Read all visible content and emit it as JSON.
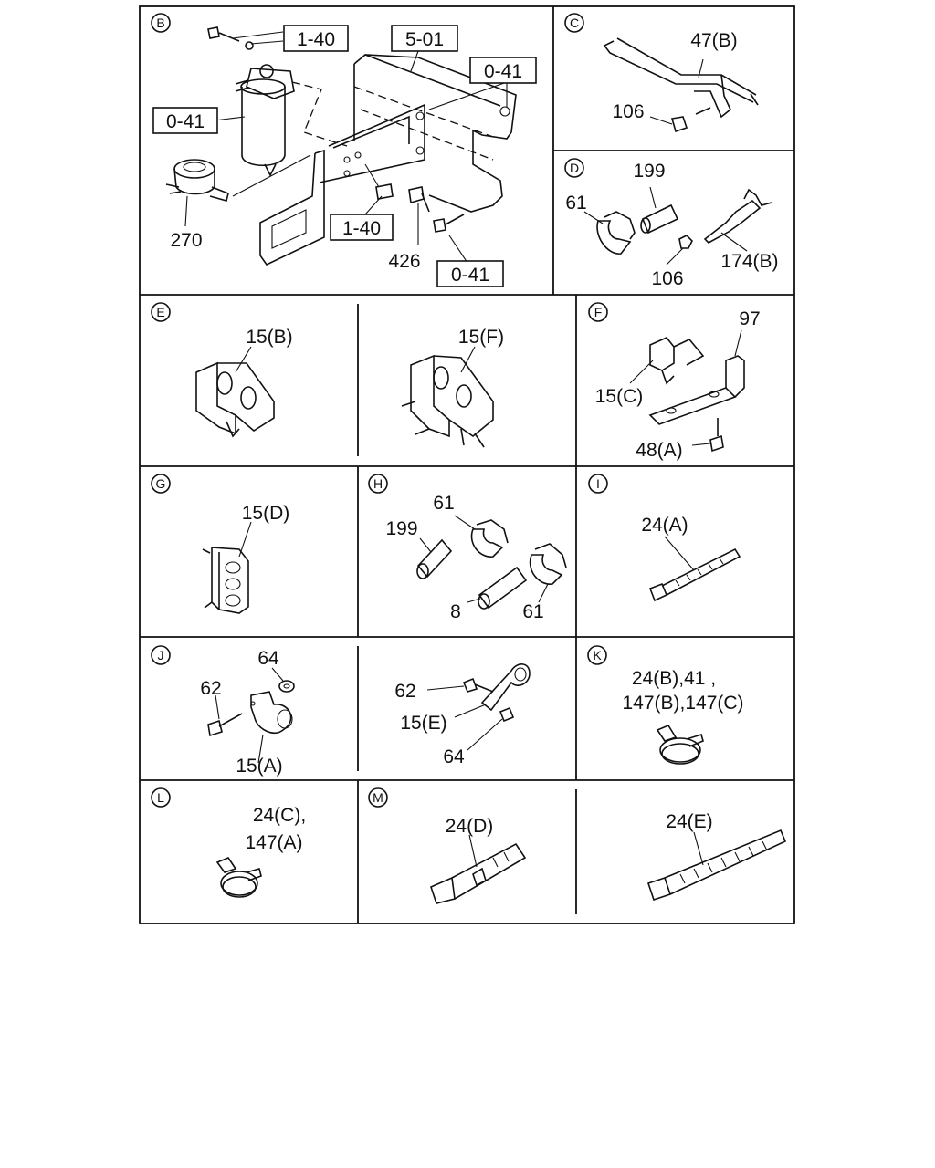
{
  "sections": {
    "B": {
      "letter": "B",
      "refs": {
        "r1": "1-40",
        "r2": "5-01",
        "r3": "0-41",
        "r4": "0-41",
        "r5": "1-40",
        "r6": "0-41"
      },
      "parts": {
        "p270": "270",
        "p426": "426"
      }
    },
    "C": {
      "letter": "C",
      "parts": {
        "p47b": "47(B)",
        "p106": "106"
      }
    },
    "D": {
      "letter": "D",
      "parts": {
        "p199": "199",
        "p61": "61",
        "p106": "106",
        "p174b": "174(B)"
      }
    },
    "E": {
      "letter": "E",
      "parts": {
        "p15b": "15(B)",
        "p15f": "15(F)"
      }
    },
    "F": {
      "letter": "F",
      "parts": {
        "p97": "97",
        "p15c": "15(C)",
        "p48a": "48(A)"
      }
    },
    "G": {
      "letter": "G",
      "parts": {
        "p15d": "15(D)"
      }
    },
    "H": {
      "letter": "H",
      "parts": {
        "p61a": "61",
        "p199": "199",
        "p8": "8",
        "p61b": "61"
      }
    },
    "I": {
      "letter": "I",
      "parts": {
        "p24a": "24(A)"
      }
    },
    "J": {
      "letter": "J",
      "parts": {
        "p64a": "64",
        "p62a": "62",
        "p15a": "15(A)",
        "p62b": "62",
        "p15e": "15(E)",
        "p64b": "64"
      }
    },
    "K": {
      "letter": "K",
      "parts": {
        "line1": "24(B),41 ,",
        "line2": "147(B),147(C)"
      }
    },
    "L": {
      "letter": "L",
      "parts": {
        "line1": "24(C),",
        "line2": "147(A)"
      }
    },
    "M": {
      "letter": "M",
      "parts": {
        "p24d": "24(D)",
        "p24e": "24(E)"
      }
    }
  }
}
